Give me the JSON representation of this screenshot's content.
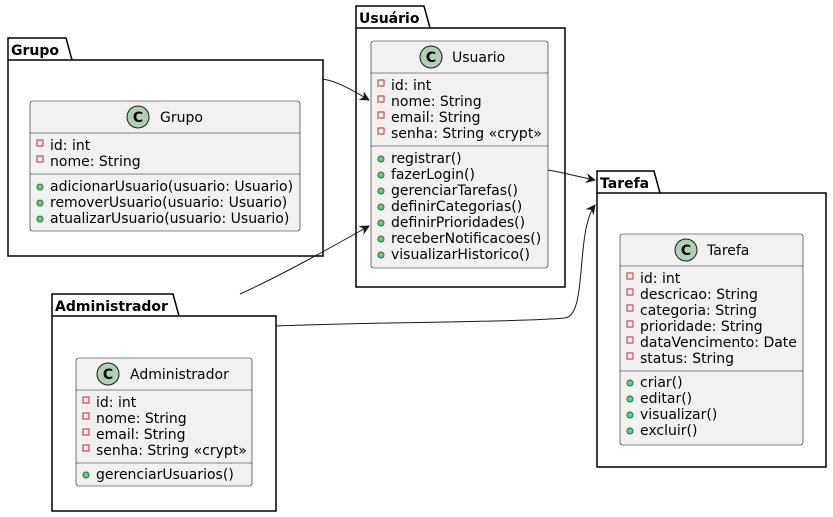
{
  "packages": {
    "grupo": {
      "title": "Grupo",
      "class": {
        "name": "Grupo",
        "attributes": [
          "id: int",
          "nome: String"
        ],
        "operations": [
          "adicionarUsuario(usuario: Usuario)",
          "removerUsuario(usuario: Usuario)",
          "atualizarUsuario(usuario: Usuario)"
        ]
      }
    },
    "usuario": {
      "title": "Usuário",
      "class": {
        "name": "Usuario",
        "attributes": [
          "id: int",
          "nome: String",
          "email: String",
          "senha: String «crypt»"
        ],
        "operations": [
          "registrar()",
          "fazerLogin()",
          "gerenciarTarefas()",
          "definirCategorias()",
          "definirPrioridades()",
          "receberNotificacoes()",
          "visualizarHistorico()"
        ]
      }
    },
    "tarefa": {
      "title": "Tarefa",
      "class": {
        "name": "Tarefa",
        "attributes": [
          "id: int",
          "descricao: String",
          "categoria: String",
          "prioridade: String",
          "dataVencimento: Date",
          "status: String"
        ],
        "operations": [
          "criar()",
          "editar()",
          "visualizar()",
          "excluir()"
        ]
      }
    },
    "administrador": {
      "title": "Administrador",
      "class": {
        "name": "Administrador",
        "attributes": [
          "id: int",
          "nome: String",
          "email: String",
          "senha: String «crypt»"
        ],
        "operations": [
          "gerenciarUsuarios()"
        ]
      }
    }
  },
  "class_stereotype_letter": "C",
  "relations": [
    {
      "from": "Grupo",
      "to": "Usuário"
    },
    {
      "from": "Administrador",
      "to": "Usuário"
    },
    {
      "from": "Administrador",
      "to": "Tarefa"
    },
    {
      "from": "Usuário",
      "to": "Tarefa"
    }
  ],
  "colors": {
    "class_fill": "#f1f1f1",
    "class_spot": "#add1b2",
    "private_marker": "#c82930",
    "public_marker": "#84be84"
  }
}
